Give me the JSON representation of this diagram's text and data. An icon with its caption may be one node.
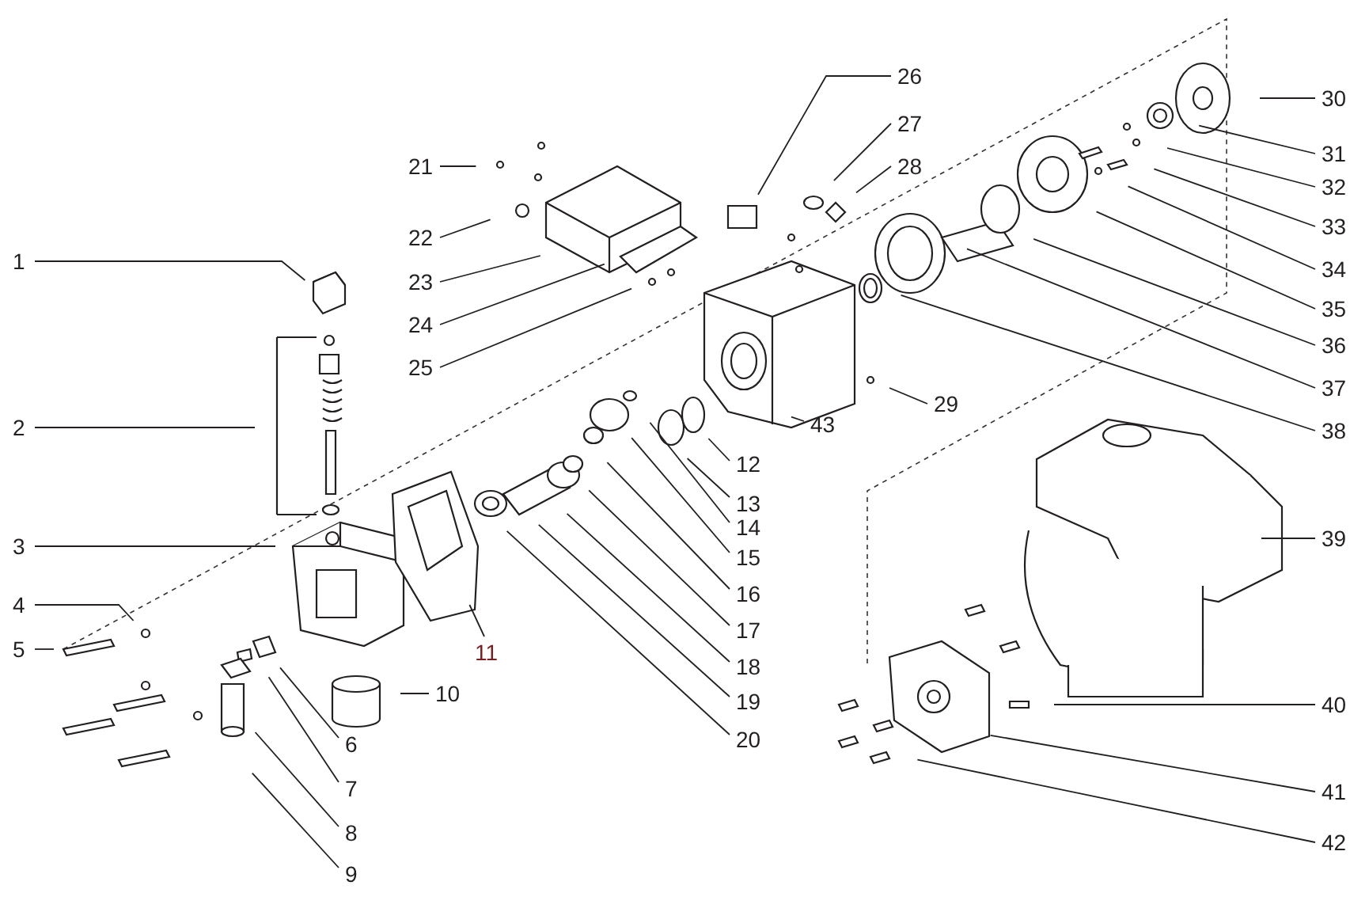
{
  "diagram": {
    "nodes": [
      {
        "text": [
          "1"
        ]
      },
      {
        "text": [
          "2"
        ]
      },
      {
        "text": [
          "3"
        ]
      },
      {
        "text": [
          "4"
        ]
      },
      {
        "text": [
          "5"
        ]
      },
      {
        "text": [
          "6"
        ]
      },
      {
        "text": [
          "7"
        ]
      },
      {
        "text": [
          "8"
        ]
      },
      {
        "text": [
          "9"
        ]
      },
      {
        "text": [
          "10"
        ]
      },
      {
        "text": [
          "11"
        ]
      },
      {
        "text": [
          "12"
        ]
      },
      {
        "text": [
          "13"
        ]
      },
      {
        "text": [
          "14"
        ]
      },
      {
        "text": [
          "15"
        ]
      },
      {
        "text": [
          "16"
        ]
      },
      {
        "text": [
          "17"
        ]
      },
      {
        "text": [
          "18"
        ]
      },
      {
        "text": [
          "19"
        ]
      },
      {
        "text": [
          "20"
        ]
      },
      {
        "text": [
          "21"
        ]
      },
      {
        "text": [
          "22"
        ]
      },
      {
        "text": [
          "23"
        ]
      },
      {
        "text": [
          "24"
        ]
      },
      {
        "text": [
          "25"
        ]
      },
      {
        "text": [
          "26"
        ]
      },
      {
        "text": [
          "27"
        ]
      },
      {
        "text": [
          "28"
        ]
      },
      {
        "text": [
          "29"
        ]
      },
      {
        "text": [
          "30"
        ]
      },
      {
        "text": [
          "31"
        ]
      },
      {
        "text": [
          "32"
        ]
      },
      {
        "text": [
          "33"
        ]
      },
      {
        "text": [
          "34"
        ]
      },
      {
        "text": [
          "35"
        ]
      },
      {
        "text": [
          "36"
        ]
      },
      {
        "text": [
          "37"
        ]
      },
      {
        "text": [
          "38"
        ]
      },
      {
        "text": [
          "39"
        ]
      },
      {
        "text": [
          "40"
        ]
      },
      {
        "text": [
          "41"
        ]
      },
      {
        "text": [
          "42"
        ]
      },
      {
        "text": [
          "43"
        ]
      }
    ],
    "edges": [
      {
        "from": 0,
        "to": null,
        "arrow": "none"
      },
      {
        "from": 1,
        "to": null,
        "arrow": "none"
      },
      {
        "from": 2,
        "to": null,
        "arrow": "none"
      },
      {
        "from": 3,
        "to": null,
        "arrow": "none"
      },
      {
        "from": 4,
        "to": null,
        "arrow": "none"
      },
      {
        "from": 5,
        "to": null,
        "arrow": "none"
      },
      {
        "from": 6,
        "to": null,
        "arrow": "none"
      },
      {
        "from": 7,
        "to": null,
        "arrow": "none"
      },
      {
        "from": 8,
        "to": null,
        "arrow": "none"
      },
      {
        "from": 9,
        "to": null,
        "arrow": "none"
      },
      {
        "from": 10,
        "to": null,
        "arrow": "none"
      },
      {
        "from": 11,
        "to": null,
        "arrow": "none"
      },
      {
        "from": 12,
        "to": null,
        "arrow": "none"
      },
      {
        "from": 13,
        "to": null,
        "arrow": "none"
      },
      {
        "from": 14,
        "to": null,
        "arrow": "none"
      },
      {
        "from": 15,
        "to": null,
        "arrow": "none"
      },
      {
        "from": 16,
        "to": null,
        "arrow": "none"
      },
      {
        "from": 17,
        "to": null,
        "arrow": "none"
      },
      {
        "from": 18,
        "to": null,
        "arrow": "none"
      },
      {
        "from": 19,
        "to": null,
        "arrow": "none"
      },
      {
        "from": 20,
        "to": null,
        "arrow": "none"
      },
      {
        "from": 21,
        "to": null,
        "arrow": "none"
      },
      {
        "from": 22,
        "to": null,
        "arrow": "none"
      },
      {
        "from": 23,
        "to": null,
        "arrow": "none"
      },
      {
        "from": 24,
        "to": null,
        "arrow": "none"
      },
      {
        "from": 25,
        "to": null,
        "arrow": "none"
      },
      {
        "from": 26,
        "to": null,
        "arrow": "none"
      },
      {
        "from": 27,
        "to": null,
        "arrow": "none"
      },
      {
        "from": 28,
        "to": null,
        "arrow": "none"
      },
      {
        "from": 29,
        "to": null,
        "arrow": "none"
      },
      {
        "from": 30,
        "to": null,
        "arrow": "none"
      },
      {
        "from": 31,
        "to": null,
        "arrow": "none"
      },
      {
        "from": 32,
        "to": null,
        "arrow": "none"
      },
      {
        "from": 33,
        "to": null,
        "arrow": "none"
      },
      {
        "from": 34,
        "to": null,
        "arrow": "none"
      },
      {
        "from": 35,
        "to": null,
        "arrow": "none"
      },
      {
        "from": 36,
        "to": null,
        "arrow": "none"
      },
      {
        "from": 37,
        "to": null,
        "arrow": "none"
      },
      {
        "from": 38,
        "to": null,
        "arrow": "none"
      },
      {
        "from": 39,
        "to": null,
        "arrow": "none"
      },
      {
        "from": 40,
        "to": null,
        "arrow": "none"
      },
      {
        "from": 41,
        "to": null,
        "arrow": "none"
      },
      {
        "from": 42,
        "to": null,
        "arrow": "none"
      }
    ]
  }
}
